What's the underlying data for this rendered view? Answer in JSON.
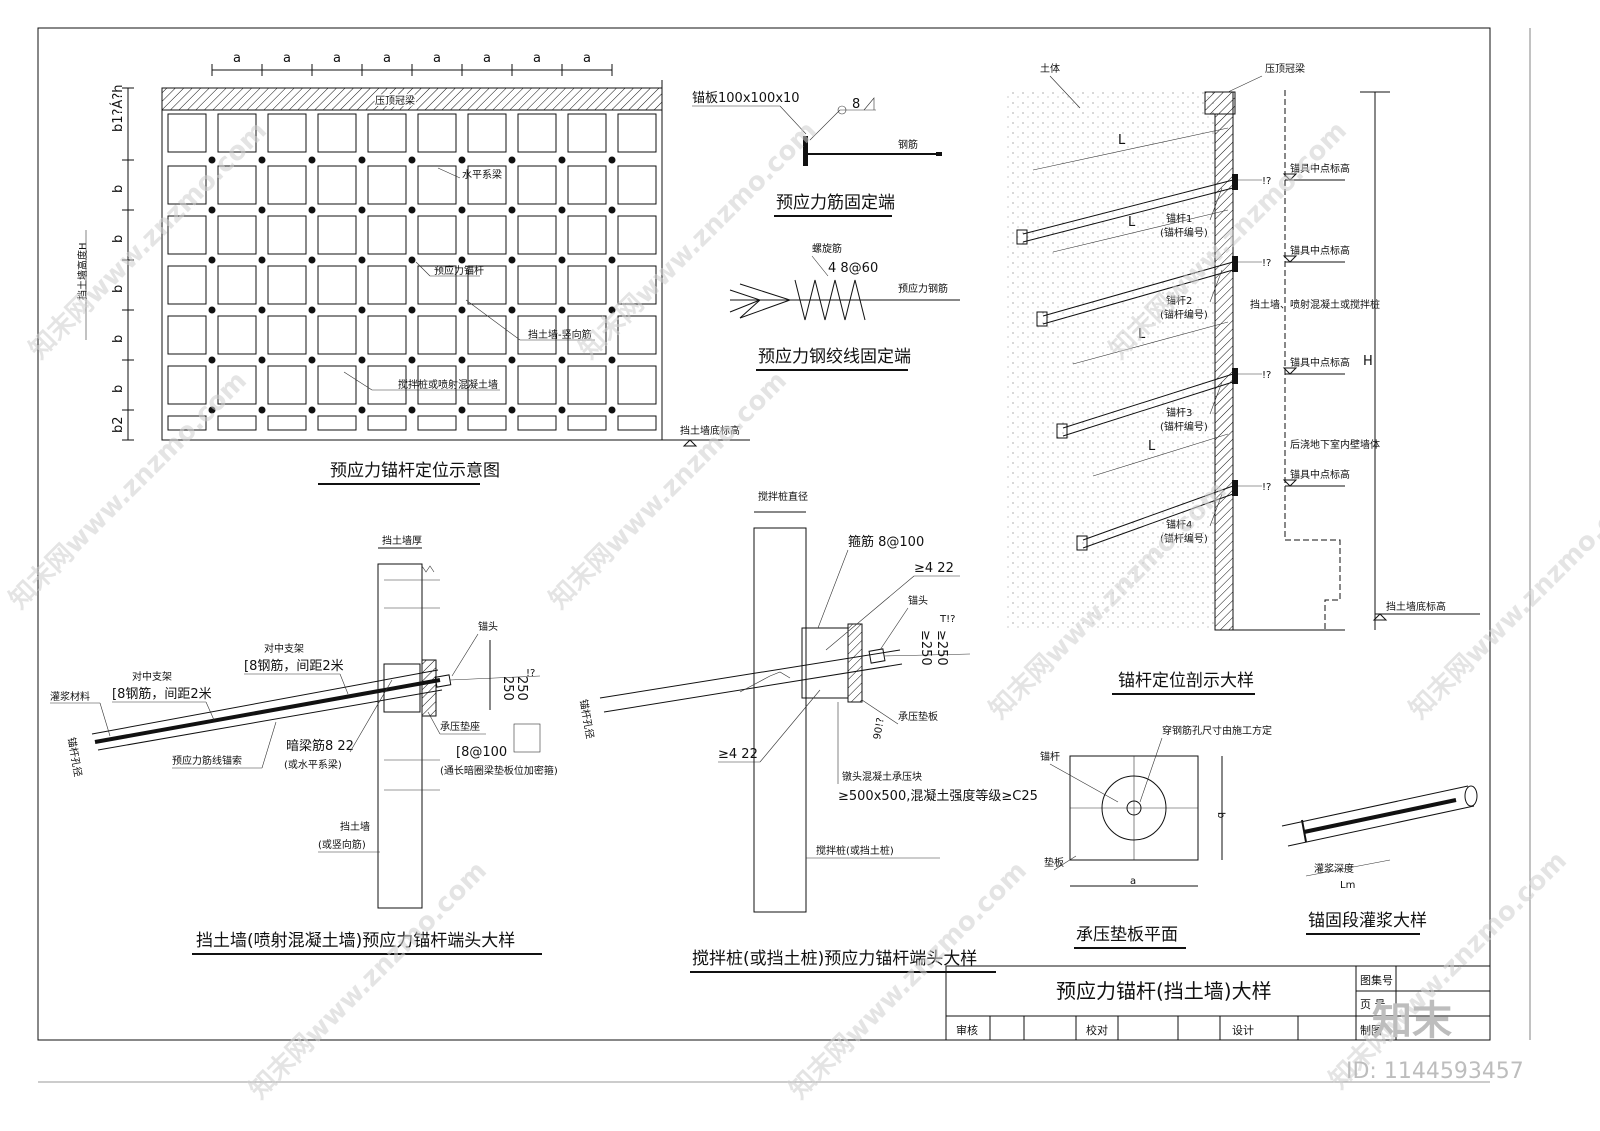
{
  "watermark": {
    "site": "知末网www.znzmo.com",
    "brand": "知末",
    "id_text": "ID: 1144593457"
  },
  "grid_plan": {
    "title": "预应力锚杆定位示意图",
    "top_dims": [
      "a",
      "a",
      "a",
      "a",
      "a",
      "a",
      "a",
      "a"
    ],
    "left_dims": [
      "b1?Á?h",
      "b",
      "b",
      "b",
      "b",
      "b",
      "b2"
    ],
    "vertical_label": "挡土墙高度H",
    "cap_beam": "压顶冠梁",
    "callouts": {
      "horizontal_beam": "水平系梁",
      "anchor": "预应力锚杆",
      "vertical_bar": "挡土墙-竖向筋",
      "wall": "搅拌桩或喷射混凝土墙"
    },
    "bottom_elev": "挡土墙底标高"
  },
  "fixed_end": {
    "title": "预应力筋固定端",
    "plate": "锚板100x100x10",
    "weld": "8",
    "bar": "钢筋"
  },
  "strand_end": {
    "title": "预应力钢绞线固定端",
    "spiral": "螺旋筋",
    "spiral_spec": "4  8@60",
    "strand": "预应力钢筋"
  },
  "section": {
    "title": "锚杆定位剖示大样",
    "soil": "土体",
    "cap_beam": "压顶冠梁",
    "L": "L",
    "H": "H",
    "anchors": [
      {
        "name": "锚杆1",
        "sub": "(锚杆编号)",
        "mark": "锚具中点标高"
      },
      {
        "name": "锚杆2",
        "sub": "(锚杆编号)",
        "mark": "锚具中点标高"
      },
      {
        "name": "锚杆3",
        "sub": "(锚杆编号)",
        "mark": "锚具中点标高"
      },
      {
        "name": "锚杆4",
        "sub": "(锚杆编号)",
        "mark": "锚具中点标高"
      }
    ],
    "wall_note": "挡土墙、喷射混凝土或搅拌桩",
    "basement_note": "后浇地下室内壁墙体",
    "bottom_elev": "挡土墙底标高",
    "qmark": "!?"
  },
  "wall_detail": {
    "title": "挡土墙(喷射混凝土墙)预应力锚杆端头大样",
    "wall_thk": "挡土墙厚",
    "grout": "灌浆材料",
    "center1": "对中支架",
    "center1_spec": "[8钢筋，间距2米",
    "center2": "对中支架",
    "center2_spec": "[8钢筋，间距2米",
    "anchor_head": "锚头",
    "dim_250a": "250",
    "dim_250b": "250",
    "strand": "预应力筋线锚索",
    "dark_beam": "暗梁筋8  22",
    "dark_beam_sub": "(或水平系梁)",
    "bearing": "承压垫座",
    "stirrup": "[8@100",
    "stirrup_sub": "(通长暗圈梁垫板位加密箍)",
    "wall_label": "挡土墙",
    "wall_sub": "(或竖向筋)",
    "bore": "锚杆孔径",
    "qmark": "!?"
  },
  "pile_detail": {
    "title": "搅拌桩(或挡土桩)预应力锚杆端头大样",
    "pile_dia": "搅拌桩直径",
    "stirrup": "箍筋  8@100",
    "bars_top": "≥4  22",
    "anchor_head": "锚头",
    "dim_250a": "≥250",
    "dim_250b": "≥250",
    "angle": "90!?",
    "bearing_plate": "承压垫板",
    "bars_left": "≥4  22",
    "block": "镦头混凝土承压块",
    "block_spec": "≥500x500,混凝土强度等级≥C25",
    "pile_label": "搅拌桩(或挡土桩)",
    "bore": "锚杆孔径",
    "qmark": "T!?"
  },
  "plate_plan": {
    "title": "承压垫板平面",
    "anchor": "锚杆",
    "note": "穿钢筋孔尺寸由施工方定",
    "pad": "垫板",
    "a": "a",
    "b": "b"
  },
  "grout_detail": {
    "title": "锚固段灌浆大样",
    "depth": "灌浆深度",
    "lm": "Lm"
  },
  "title_block": {
    "drawing_title": "预应力锚杆(挡土墙)大样",
    "atlas_no": "图集号",
    "page": "页  号",
    "draw": "制图",
    "review": "审核",
    "check": "校对",
    "design": "设计"
  }
}
